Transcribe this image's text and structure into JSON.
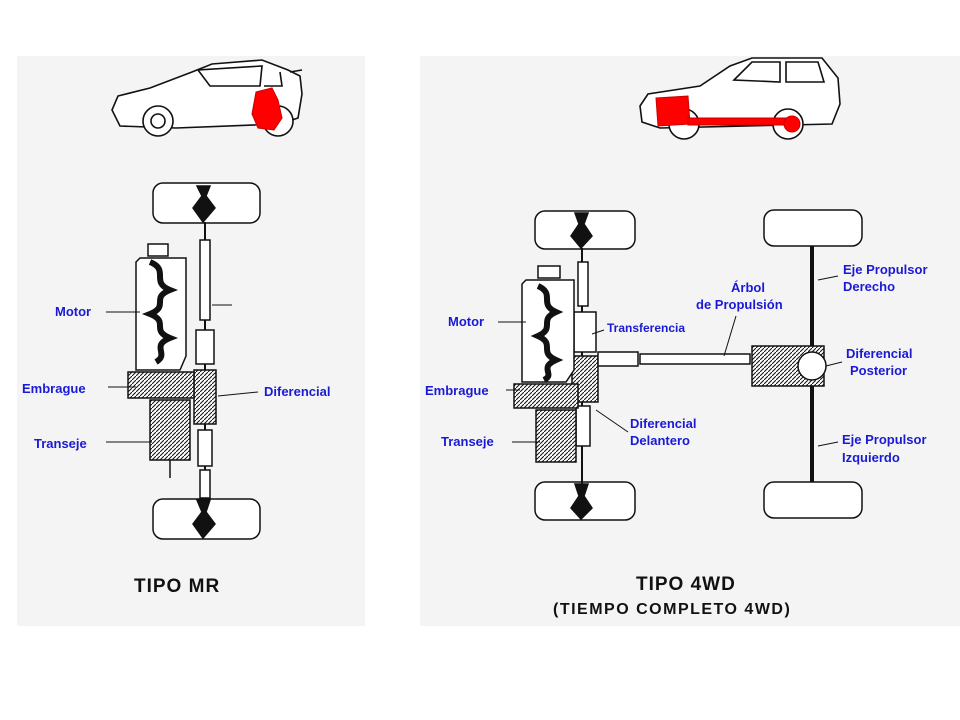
{
  "mr": {
    "labels": {
      "motor": "Motor",
      "embrague": "Embrague",
      "transeje": "Transeje",
      "diferencial": "Diferencial"
    },
    "title": "TIPO MR"
  },
  "fourwd": {
    "labels": {
      "motor": "Motor",
      "embrague": "Embrague",
      "transeje": "Transeje",
      "transferencia": "Transferencia",
      "diferencial_delantero_1": "Diferencial",
      "diferencial_delantero_2": "Delantero",
      "arbol_1": "Árbol",
      "arbol_2": "de Propulsión",
      "eje_derecho_1": "Eje Propulsor",
      "eje_derecho_2": "Derecho",
      "diferencial_posterior_1": "Diferencial",
      "diferencial_posterior_2": "Posterior",
      "eje_izquierdo_1": "Eje Propulsor",
      "eje_izquierdo_2": "Izquierdo"
    },
    "title": "TIPO 4WD",
    "subtitle": "(TIEMPO COMPLETO 4WD)"
  },
  "colors": {
    "label": "#1a1ad6",
    "highlight": "#ff0000",
    "line": "#111111"
  }
}
